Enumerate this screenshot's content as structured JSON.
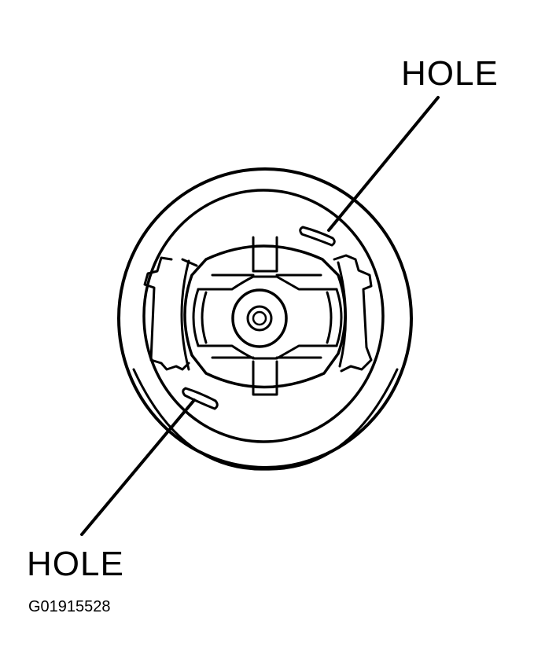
{
  "callouts": {
    "top": "HOLE",
    "bottom": "HOLE"
  },
  "figure_id": "G01915528",
  "colors": {
    "ink": "#000000",
    "paper": "#ffffff"
  }
}
